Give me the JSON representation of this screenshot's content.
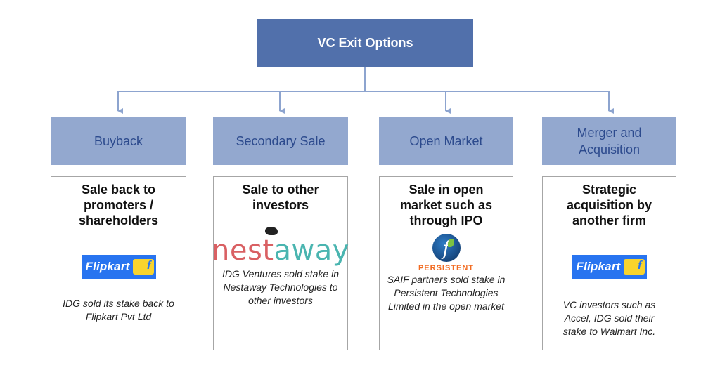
{
  "root": {
    "title": "VC Exit Options"
  },
  "colors": {
    "root_fill": "#5170ab",
    "category_fill": "#93a8cf",
    "category_text": "#2c4a8d",
    "connector": "#8da4cf",
    "card_border": "#a6a6a6"
  },
  "options": [
    {
      "category": "Buyback",
      "title": "Sale back to promoters / shareholders",
      "logo": "Flipkart",
      "logo_icon": "flipkart-logo",
      "description": "IDG sold its stake back to Flipkart Pvt Ltd"
    },
    {
      "category": "Secondary Sale",
      "title": "Sale to other investors",
      "logo": {
        "part1": "nest",
        "part2": "away"
      },
      "logo_icon": "nestaway-logo",
      "description": "IDG Ventures sold stake in Nestaway Technologies to other investors"
    },
    {
      "category": "Open Market",
      "title": "Sale in open market such as through IPO",
      "logo": {
        "glyph": "f",
        "name": "PERSISTENT"
      },
      "logo_icon": "persistent-logo",
      "description": "SAIF partners sold stake in Persistent Technologies Limited in the open market"
    },
    {
      "category": "Merger and Acquisition",
      "title": "Strategic acquisition by another firm",
      "logo": "Flipkart",
      "logo_icon": "flipkart-logo",
      "description": "VC investors such as Accel, IDG sold their stake to Walmart Inc."
    }
  ]
}
